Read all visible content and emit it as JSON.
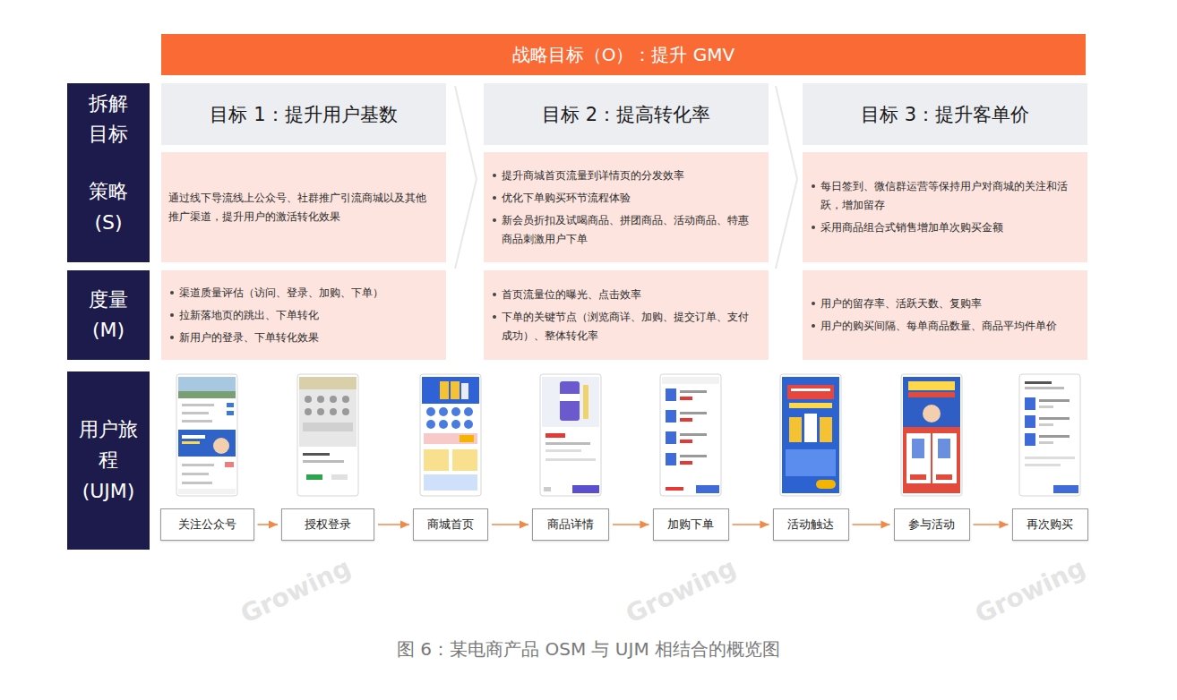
{
  "diagram": {
    "caption": "图 6：某电商产品 OSM 与 UJM 相结合的概览图",
    "nodes": [
      {
        "text": [
          "战略目标（O）：提升 GMV"
        ]
      },
      {
        "text": [
          "拆解 目标"
        ]
      },
      {
        "text": [
          "目标 1：提升用户基数"
        ]
      },
      {
        "text": [
          "目标 2：提高转化率"
        ]
      },
      {
        "text": [
          "目标 3：提升客单价"
        ]
      },
      {
        "text": [
          "策略 (S)"
        ]
      },
      {
        "text": [
          "通过线下导流线上公众号、社群推广引流商城以及其他推广渠道，提升用户的激活转化效果"
        ]
      },
      {
        "text": [
          "提升商城首页流量到详情页的分发效率",
          "优化下单购买环节流程体验",
          "新会员折扣及试喝商品、拼团商品、活动商品、特惠商品刺激用户下单"
        ]
      },
      {
        "text": [
          "每日签到、微信群运营等保持用户对商城的关注和活跃，增加留存",
          "采用商品组合式销售增加单次购买金额"
        ]
      },
      {
        "text": [
          "度量 (M)"
        ]
      },
      {
        "text": [
          "渠道质量评估（访问、登录、加购、下单）",
          "拉新落地页的跳出、下单转化",
          "新用户的登录、下单转化效果"
        ]
      },
      {
        "text": [
          "首页流量位的曝光、点击效率",
          "下单的关键节点（浏览商详、加购、提交订单、支付成功）、整体转化率"
        ]
      },
      {
        "text": [
          "用户的留存率、活跃天数、复购率",
          "用户的购买间隔、每单商品数量、商品平均件单价"
        ]
      },
      {
        "text": [
          "用户旅程 (UJM)"
        ]
      },
      {
        "text": [
          "关注公众号"
        ]
      },
      {
        "text": [
          "授权登录"
        ]
      },
      {
        "text": [
          "商城首页"
        ]
      },
      {
        "text": [
          "商品详情"
        ]
      },
      {
        "text": [
          "加购下单"
        ]
      },
      {
        "text": [
          "活动触达"
        ]
      },
      {
        "text": [
          "参与活动"
        ]
      },
      {
        "text": [
          "再次购买"
        ]
      }
    ],
    "edges": [
      {
        "from": 14,
        "to": 15,
        "arrow": "to"
      },
      {
        "from": 15,
        "to": 16,
        "arrow": "to"
      },
      {
        "from": 16,
        "to": 17,
        "arrow": "to"
      },
      {
        "from": 17,
        "to": 18,
        "arrow": "to"
      },
      {
        "from": 18,
        "to": 19,
        "arrow": "to"
      },
      {
        "from": 19,
        "to": 20,
        "arrow": "to"
      },
      {
        "from": 20,
        "to": 21,
        "arrow": "to"
      }
    ],
    "labels": [
      "Growing",
      "Growing",
      "Growing"
    ]
  }
}
